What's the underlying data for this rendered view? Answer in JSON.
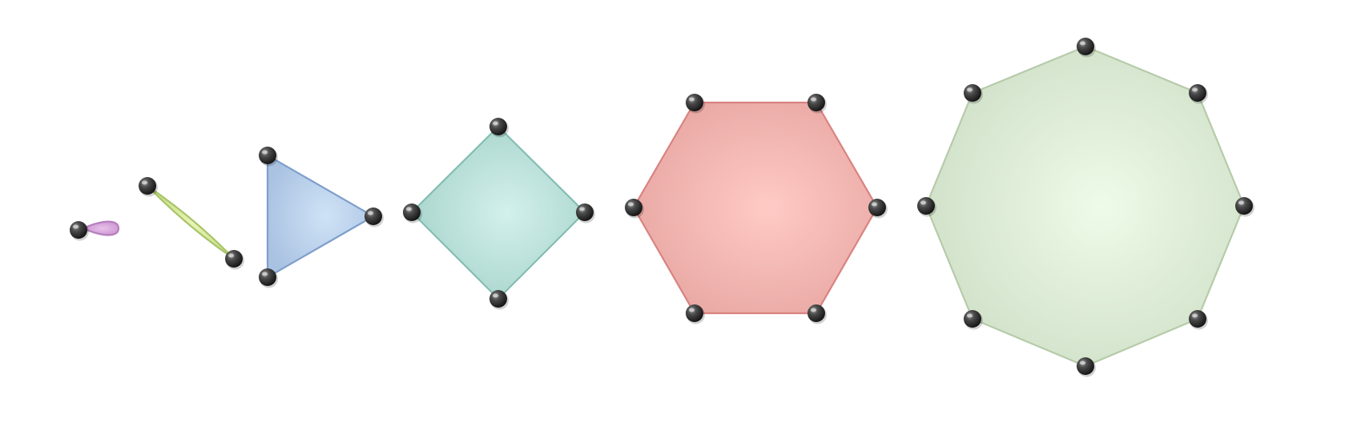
{
  "diagram": {
    "background": "#ffffff",
    "vertex_color": "#2b2b2b",
    "shapes": [
      {
        "id": "one-vertex-loop",
        "vertices": 1,
        "fill_light": "#e9c2ea",
        "fill_dark": "#c98fcf",
        "stroke": "#b67fbe"
      },
      {
        "id": "two-vertex-lens",
        "vertices": 2,
        "fill_light": "#eaf5b6",
        "fill_dark": "#c4dc83",
        "stroke": "#a9c46a"
      },
      {
        "id": "triangle",
        "vertices": 3,
        "fill_light": "#cfe2f6",
        "fill_dark": "#a9c2e2",
        "stroke": "#7f9fcb"
      },
      {
        "id": "square",
        "vertices": 4,
        "fill_light": "#d3f0ec",
        "fill_dark": "#a6d3ca",
        "stroke": "#84bdb2"
      },
      {
        "id": "hexagon",
        "vertices": 6,
        "fill_light": "#ffcac5",
        "fill_dark": "#e8a7a3",
        "stroke": "#d98280"
      },
      {
        "id": "octagon",
        "vertices": 8,
        "fill_light": "#eefbe8",
        "fill_dark": "#cfdfc7",
        "stroke": "#b6cbaa"
      }
    ]
  }
}
